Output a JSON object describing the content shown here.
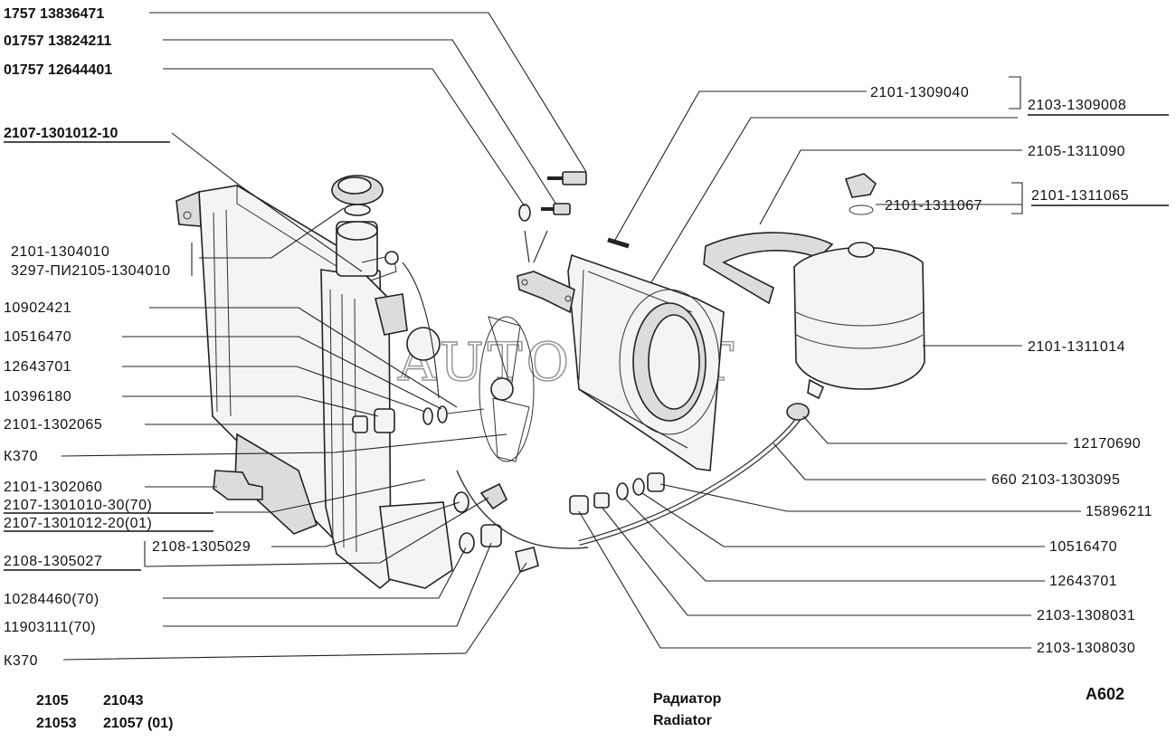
{
  "diagram": {
    "watermark": "AUTOSOFT",
    "caption_ru": "Радиатор",
    "caption_en": "Radiator",
    "sheet_code": "A602",
    "models": [
      "2105",
      "21043",
      "21053",
      "21057 (01)"
    ],
    "labels": {
      "l01": "1757  13836471",
      "l02": "01757  13824211",
      "l03": "01757  12644401",
      "l04": "2107-1301012-10",
      "l05": "2101-1304010",
      "l06": "3297-ПИ2105-1304010",
      "l07": "10902421",
      "l08": "10516470",
      "l09": "12643701",
      "l10": "10396180",
      "l11": "2101-1302065",
      "l12": "К370",
      "l13": "2101-1302060",
      "l14": "2107-1301010-30(70)",
      "l15": "2107-1301012-20(01)",
      "l16": "2108-1305029",
      "l17": "2108-1305027",
      "l18": "10284460(70)",
      "l19": "11903111(70)",
      "l20": "К370",
      "r01": "2101-1309040",
      "r02": "2103-1309008",
      "r03": "2105-1311090",
      "r04": "2101-1311065",
      "r05": "2101-1311067",
      "r06": "2101-1311014",
      "r07": "12170690",
      "r08": "660  2103-1303095",
      "r09": "15896211",
      "r10": "10516470",
      "r11": "12643701",
      "r12": "2103-1308031",
      "r13": "2103-1308030"
    }
  }
}
